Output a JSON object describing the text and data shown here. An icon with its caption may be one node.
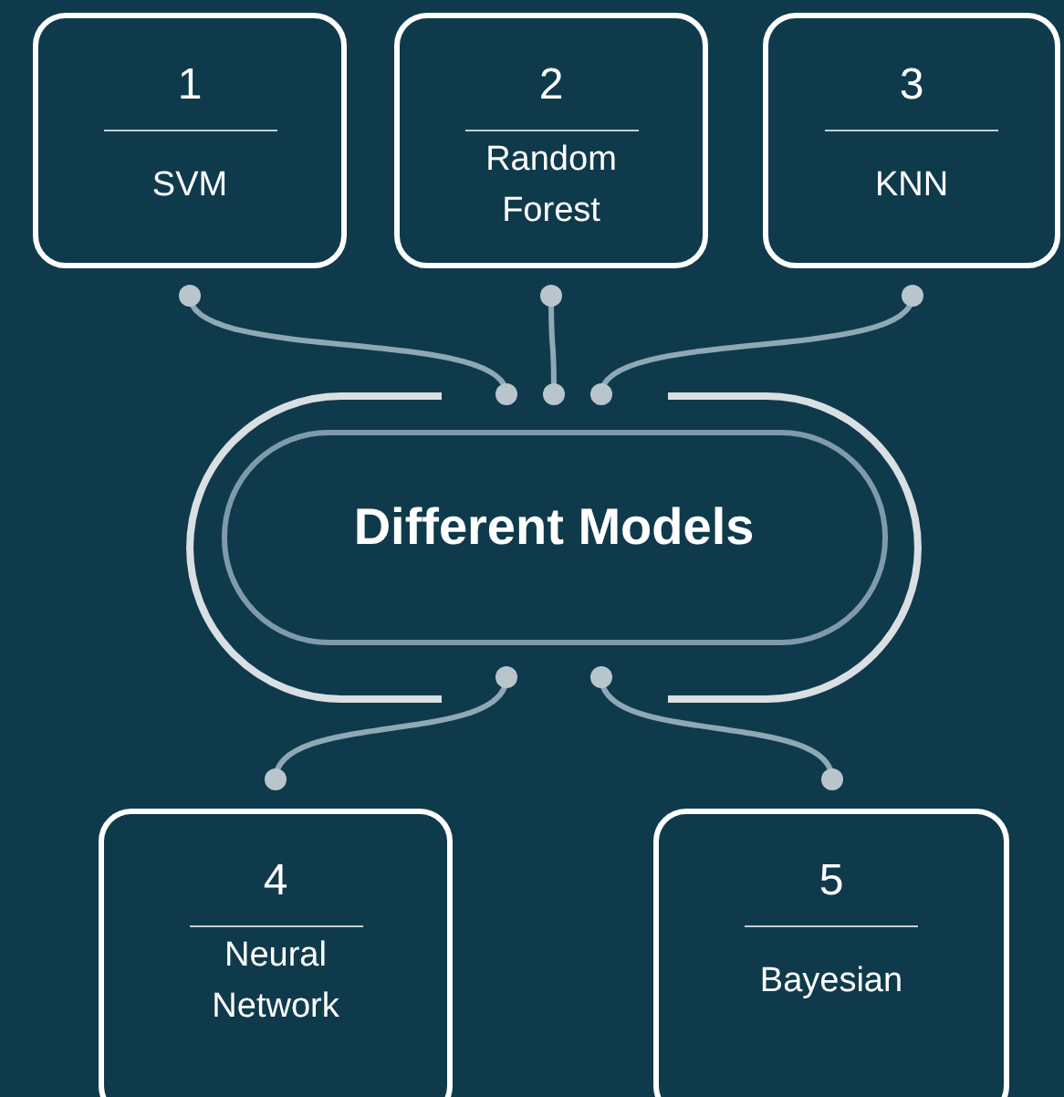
{
  "diagram": {
    "nodes": [
      {
        "text": [
          "1",
          "SVM"
        ]
      },
      {
        "text": [
          "2",
          "Random Forest"
        ]
      },
      {
        "text": [
          "3",
          "KNN"
        ]
      },
      {
        "text": [
          "Different Models"
        ]
      },
      {
        "text": [
          "4",
          "Neural Network"
        ]
      },
      {
        "text": [
          "5",
          "Bayesian"
        ]
      }
    ],
    "edges": [
      {
        "from": 0,
        "to": 3,
        "arrow": "other"
      },
      {
        "from": 1,
        "to": 3,
        "arrow": "other"
      },
      {
        "from": 2,
        "to": 3,
        "arrow": "other"
      },
      {
        "from": 3,
        "to": 4,
        "arrow": "other"
      },
      {
        "from": 3,
        "to": 5,
        "arrow": "other"
      }
    ]
  }
}
